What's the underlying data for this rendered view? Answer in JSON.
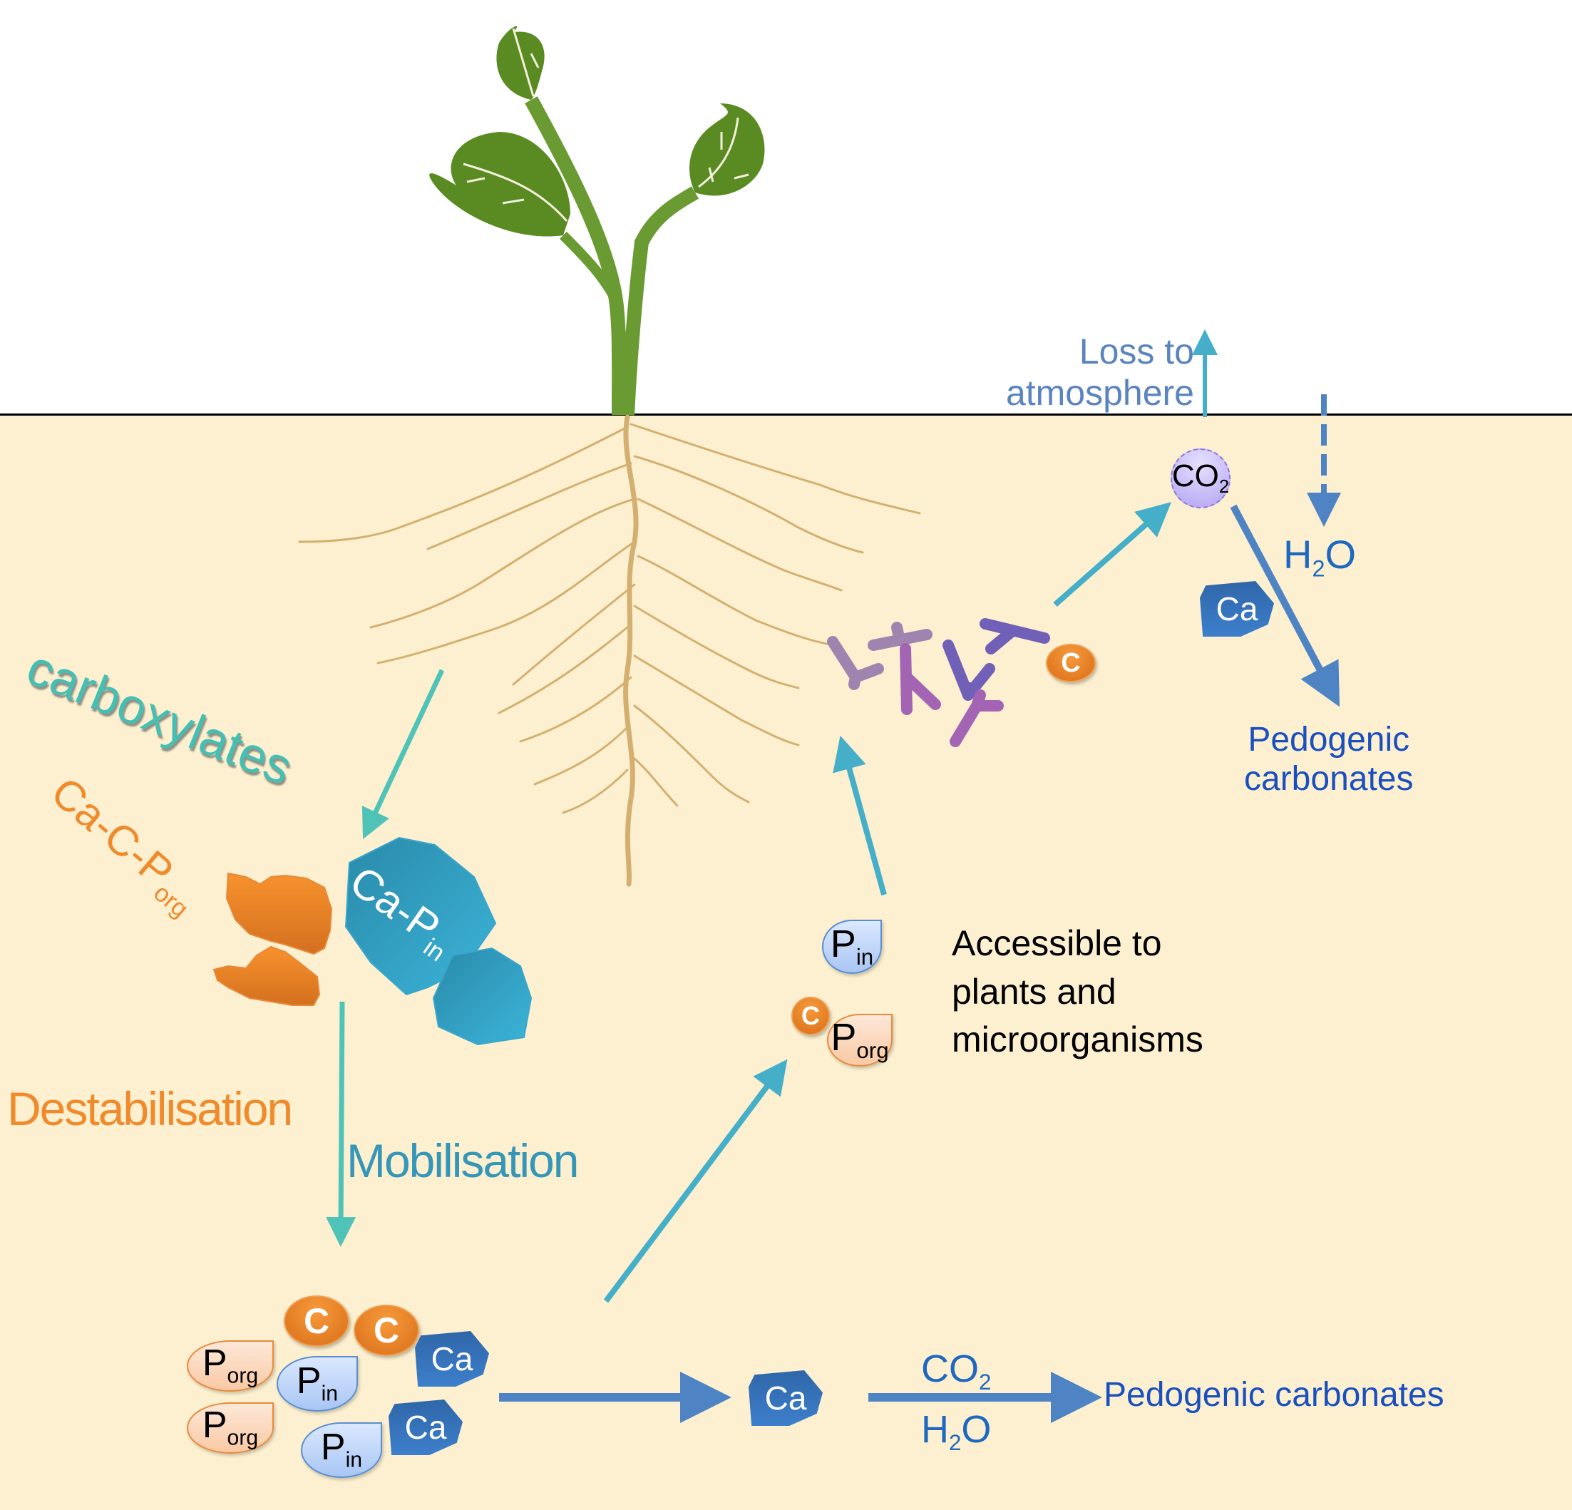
{
  "colors": {
    "soil": "#fcf0d0",
    "teal_arrow": "#4fc3b8",
    "cyan_arrow": "#45aec8",
    "blue_arrow": "#4f84c4",
    "orange": "#f08a2a",
    "blue_text": "#1a4fc0",
    "steel_text": "#4f7fbf",
    "plant_green": "#5a8a22"
  },
  "labels": {
    "carboxylates": "carboxylates",
    "ca_c_porg_main": "Ca-C-P",
    "ca_c_porg_sub": "org",
    "ca_pin_main": "Ca-P",
    "ca_pin_sub": "in",
    "destabilisation": "Destabilisation",
    "mobilisation": "Mobilisation",
    "loss_line1": "Loss to",
    "loss_line2": "atmosphere",
    "h2o_main_h": "H",
    "h2o_sub": "2",
    "h2o_main_o": "O",
    "pedogenic_line1": "Pedogenic",
    "pedogenic_line2": "carbonates",
    "accessible_line1": "Accessible to",
    "accessible_line2": "plants and",
    "accessible_line3": "microorganisms",
    "pedogenic_bottom": "Pedogenic carbonates",
    "co2_main": "CO",
    "co2_sub": "2"
  },
  "badges": {
    "c": "C",
    "ca": "Ca",
    "p": "P",
    "in": "in",
    "org": "org"
  }
}
